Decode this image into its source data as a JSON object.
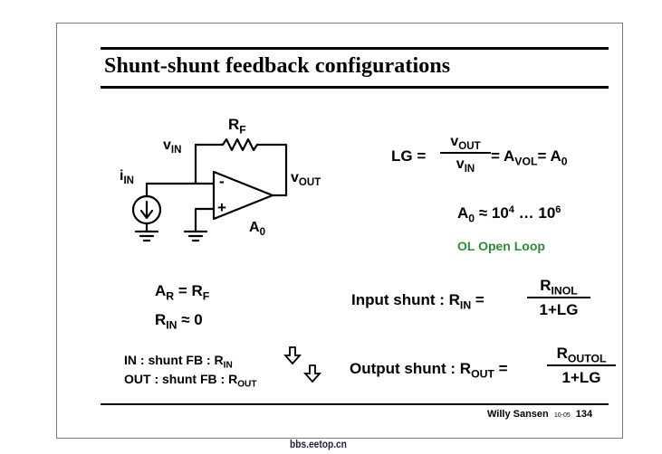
{
  "title": "Shunt-shunt feedback configurations",
  "circuit": {
    "rf": {
      "base": "R",
      "sub": "F"
    },
    "vin": {
      "base": "v",
      "sub": "IN"
    },
    "iin": {
      "base": "i",
      "sub": "IN"
    },
    "vout": {
      "base": "v",
      "sub": "OUT"
    },
    "a0": {
      "base": "A",
      "sub": "0"
    },
    "minus": "-",
    "plus": "+"
  },
  "eq_ar": {
    "a": "A",
    "a_sub": "R",
    "eq": " = R",
    "b_sub": "F"
  },
  "eq_rin": {
    "a": "R",
    "a_sub": "IN",
    "rest": " ≈ 0"
  },
  "shunt_in": {
    "text": "IN :  shunt FB  :  R",
    "sub": "IN"
  },
  "shunt_out": {
    "text": "OUT : shunt FB : R",
    "sub": "OUT"
  },
  "lg": {
    "lhs": "LG = ",
    "num_base": "v",
    "num_sub": "OUT",
    "den_base": "v",
    "den_sub": "IN",
    "rhs1": " = A",
    "rhs1_sub": "VOL",
    "rhs2": "= A",
    "rhs2_sub": "0"
  },
  "a0_range": {
    "a": "A",
    "a_sub": "0",
    "mid": " ≈ 10",
    "exp1": "4",
    "dots": " … 10",
    "exp2": "6"
  },
  "ol_note": "OL Open Loop",
  "input_shunt": {
    "label": "Input shunt :   R",
    "lhs_sub": "IN",
    "eq": " =",
    "num": "R",
    "num_sub": "INOL",
    "den": "1+LG"
  },
  "output_shunt": {
    "label": "Output shunt : R",
    "lhs_sub": "OUT",
    "eq": " =",
    "num": "R",
    "num_sub": "OUTOL",
    "den": "1+LG"
  },
  "footer": {
    "author": "Willy Sansen",
    "code": "10-05",
    "page": "134"
  },
  "watermark": "bbs.eetop.cn",
  "colors": {
    "accent_green": "#2e8b3a"
  }
}
